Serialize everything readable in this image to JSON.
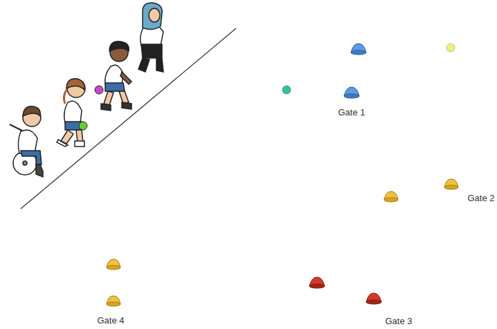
{
  "diagram": {
    "labels": [
      "Gate 1",
      "Gate 2",
      "Gate 3",
      "Gate 4"
    ]
  }
}
